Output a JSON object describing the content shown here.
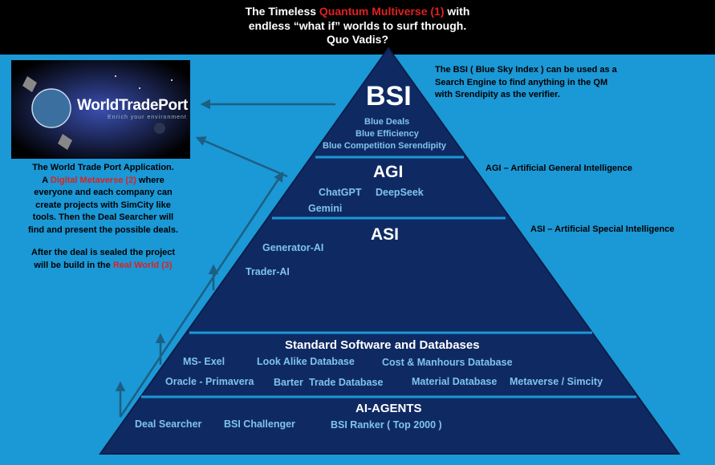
{
  "header": {
    "line1_prefix": "The Timeless",
    "line1_highlight": "Quantum Multiverse (1)",
    "line1_suffix": "with",
    "line2": "endless “what if” worlds to surf through.",
    "line3": "Quo Vadis?"
  },
  "logo": {
    "title": "WorldTradePort",
    "tagline": "Enrich your environment"
  },
  "left_note": {
    "line1": "The World Trade Port Application.",
    "line2_prefix": "A",
    "line2_highlight": "Digital Metaverse (2)",
    "line2_suffix": "where",
    "line3": "everyone and each company can",
    "line4": "create projects with SimCity like",
    "line5": "tools. Then the Deal Searcher will",
    "line6": "find and present the possible deals.",
    "line7": "After the deal is sealed the project",
    "line8_prefix": "will be build in the",
    "line8_highlight": "Real World (3)"
  },
  "right_notes": {
    "bsi_line1": "The BSI ( Blue Sky Index ) can be used as a",
    "bsi_line2": "Search Engine to find anything in the QM",
    "bsi_line3": "with Srendipity as the verifier.",
    "agi": "AGI – Artificial General Intelligence",
    "asi": "ASI – Artificial Special Intelligence"
  },
  "pyramid": {
    "bsi": {
      "title": "BSI",
      "items": [
        "Blue Deals",
        "Blue Efficiency",
        "Blue Competition Serendipity"
      ]
    },
    "agi": {
      "title": "AGI",
      "items": [
        "ChatGPT",
        "DeepSeek",
        "Gemini"
      ]
    },
    "asi": {
      "title": "ASI",
      "items": [
        "Generator-AI",
        "Trader-AI"
      ]
    },
    "software": {
      "title": "Standard Software and Databases",
      "items": [
        "MS- Exel",
        "Look Alike Database",
        "Cost & Manhours Database",
        "Oracle - Primavera",
        "Barter",
        "Trade Database",
        "Material Database",
        "Metaverse / Simcity"
      ]
    },
    "agents": {
      "title": "AI-AGENTS",
      "items": [
        "Deal Searcher",
        "BSI Challenger",
        "BSI Ranker ( Top 2000 )"
      ]
    }
  },
  "colors": {
    "background": "#1b98d6",
    "pyramid": "#0f2a63",
    "divider": "#1b98d6",
    "item_text": "#7fc3ee",
    "highlight": "#e02020",
    "arrow": "#1d5f82"
  }
}
